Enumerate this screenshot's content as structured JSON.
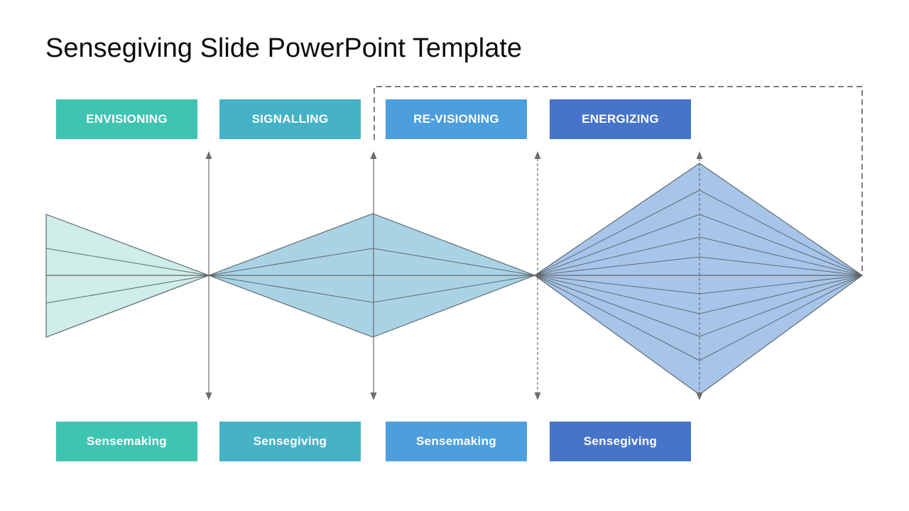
{
  "title": "Sensegiving Slide PowerPoint Template",
  "phases": [
    {
      "top_label": "ENVISIONING",
      "bottom_label": "Sensemaking",
      "color": "#3FC4B1"
    },
    {
      "top_label": "SIGNALLING",
      "bottom_label": "Sensegiving",
      "color": "#45B2C6"
    },
    {
      "top_label": "RE-VISIONING",
      "bottom_label": "Sensemaking",
      "color": "#4C9EDC"
    },
    {
      "top_label": "ENERGIZING",
      "bottom_label": "Sensegiving",
      "color": "#4674C8"
    }
  ],
  "diagram": {
    "funnels": [
      {
        "name": "envisioning-funnel",
        "fill": "#CFEDE9"
      },
      {
        "name": "signalling-funnel",
        "fill": "#A9D3E4"
      },
      {
        "name": "energizing-funnel",
        "fill": "#A7C5E9"
      }
    ],
    "stroke_color": "#5E6A70",
    "axis_color": "#666666",
    "arrow_color": "#6C6C6C",
    "dashed_connector_color": "#7F7F7F"
  }
}
